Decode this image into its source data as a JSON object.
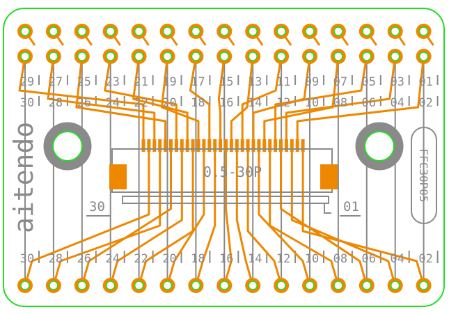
{
  "board": {
    "colors": {
      "outline": "#22dd22",
      "copper": "#ee8800",
      "silk": "#8a8a8a",
      "background": "#ffffff"
    },
    "package_label": "0.5-30P",
    "brand_text": "aitendo",
    "part_code": "FFC30P05",
    "pin1_marker": "01",
    "pin30_marker": "30",
    "upper_pin_labels_row1": [
      "29",
      "27",
      "25",
      "23",
      "21",
      "19",
      "17",
      "15",
      "13",
      "11",
      "09",
      "07",
      "05",
      "03",
      "01"
    ],
    "upper_pin_labels_row2": [
      "30",
      "28",
      "26",
      "24",
      "22",
      "20",
      "18",
      "16",
      "14",
      "12",
      "10",
      "08",
      "06",
      "04",
      "02"
    ],
    "lower_pin_labels": [
      "30",
      "28",
      "26",
      "24",
      "22",
      "20",
      "18",
      "16",
      "14",
      "12",
      "10",
      "08",
      "06",
      "04",
      "02"
    ],
    "top_pad_rows": 2,
    "pads_per_row": 15,
    "ffc_contact_count": 30
  }
}
